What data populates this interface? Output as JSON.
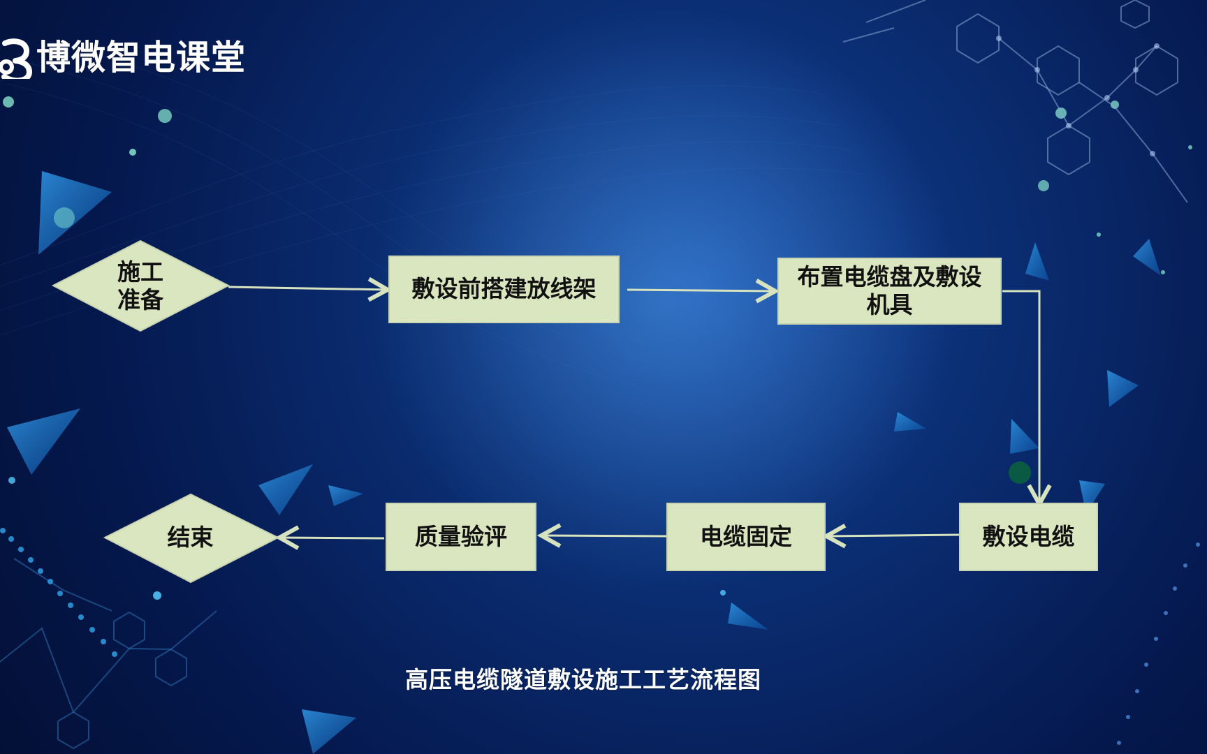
{
  "brand": {
    "name": "博微智电课堂"
  },
  "flowchart": {
    "nodes": [
      {
        "id": "start",
        "label": "施工\n准备",
        "shape": "diamond"
      },
      {
        "id": "prep",
        "label": "敷设前搭建放线架",
        "shape": "rectangle"
      },
      {
        "id": "arrange",
        "label": "布置电缆盘及敷设\n机具",
        "shape": "rectangle"
      },
      {
        "id": "lay",
        "label": "敷设电缆",
        "shape": "rectangle"
      },
      {
        "id": "fix",
        "label": "电缆固定",
        "shape": "rectangle"
      },
      {
        "id": "quality",
        "label": "质量验评",
        "shape": "rectangle"
      },
      {
        "id": "end",
        "label": "结束",
        "shape": "diamond"
      }
    ],
    "edges": [
      {
        "from": "start",
        "to": "prep"
      },
      {
        "from": "prep",
        "to": "arrange"
      },
      {
        "from": "arrange",
        "to": "lay"
      },
      {
        "from": "lay",
        "to": "fix"
      },
      {
        "from": "fix",
        "to": "quality"
      },
      {
        "from": "quality",
        "to": "end"
      }
    ],
    "caption": "高压电缆隧道敷设施工工艺流程图"
  },
  "colors": {
    "node_fill": "#d9e6bf",
    "node_stroke": "#c7d3b1",
    "arrow": "#d7e3bf"
  }
}
